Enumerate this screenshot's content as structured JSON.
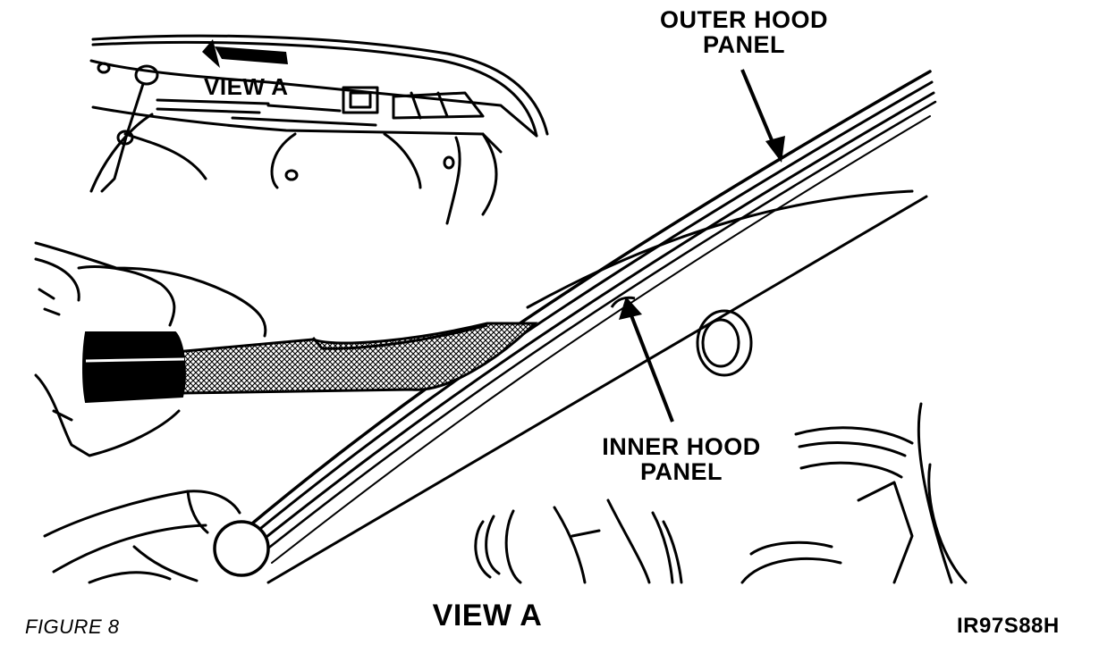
{
  "labels": {
    "outer_hood_panel": [
      "OUTER HOOD",
      "PANEL"
    ],
    "inner_hood_panel": [
      "INNER HOOD",
      "PANEL"
    ],
    "inset_view": "VIEW A",
    "main_view": "VIEW A",
    "figure": "FIGURE 8",
    "code": "IR97S88H"
  },
  "colors": {
    "ink": "#000000",
    "paper": "#ffffff"
  }
}
